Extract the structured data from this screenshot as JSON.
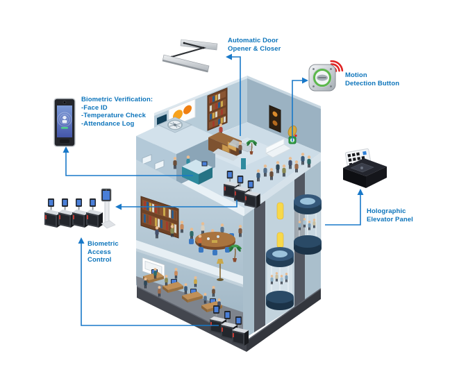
{
  "title": "Smart building biometric access technologies diagram",
  "colors": {
    "label_blue": "#0c74bb",
    "connector_blue": "#1878c8",
    "signal_red": "#e02424",
    "button_ring_green": "#5cb84c",
    "screen_blue": "#4a7fd8"
  },
  "labels": {
    "auto_door": "Automatic Door\nOpener & Closer",
    "motion": "Motion\nDetection Button",
    "verification": "Biometric Verification:\n-Face ID\n-Temperature Check\n-Attendance Log",
    "access": "Biometric\nAccess\nControl",
    "holographic": "Holographic\nElevator Panel"
  },
  "icons": {
    "verification_terminal": "face-recognition-terminal",
    "door_opener": "automatic-door-opener-arm",
    "motion_button": "wireless-motion-button",
    "signal_waves": "wireless-signal",
    "holographic_panel": "holographic-keypad-console",
    "access_gates": "turnstile-gates-row",
    "gate_kiosk": "face-scan-kiosk",
    "building": "isometric-smart-building-cutaway"
  }
}
